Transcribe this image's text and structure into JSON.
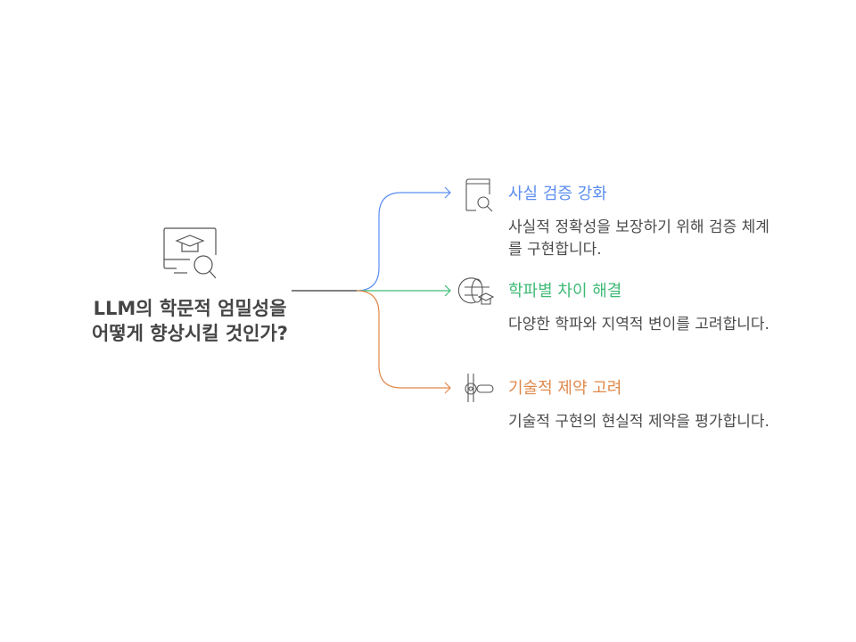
{
  "main": {
    "title": "LLM의 학문적 엄밀성을 어떻게 향상시킬 것인가?",
    "icon": "graduation-search-icon"
  },
  "branches": [
    {
      "title": "사실 검증 강화",
      "description": "사실적 정확성을 보장하기 위해 검증 체계를 구현합니다.",
      "color": "#5b8def",
      "icon": "book-search-icon"
    },
    {
      "title": "학파별 차이 해결",
      "description": "다양한 학파와 지역적 변이를 고려합니다.",
      "color": "#3fba76",
      "icon": "globe-graduation-icon"
    },
    {
      "title": "기술적 제약 고려",
      "description": "기술적 구현의 현실적 제약을 평가합니다.",
      "color": "#e0884a",
      "icon": "pipe-valve-icon"
    }
  ]
}
